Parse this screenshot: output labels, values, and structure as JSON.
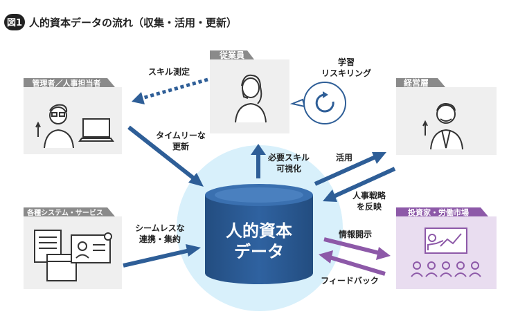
{
  "figure": {
    "badge": "図1",
    "title": "人的資本データの流れ（収集・活用・更新）"
  },
  "center": {
    "line1": "人的資本",
    "line2": "データ"
  },
  "nodes": {
    "employee": "従業員",
    "hr_manager": "管理者／人事担当者",
    "executive": "経営層",
    "systems": "各種システム・サービス",
    "investors": "投資家・労働市場"
  },
  "flows": {
    "skill_measure": "スキル測定",
    "learning_1": "学習",
    "learning_2": "リスキリング",
    "timely_1": "タイムリーな",
    "timely_2": "更新",
    "visualize_1": "必要スキル",
    "visualize_2": "可視化",
    "utilize": "活用",
    "strategy_1": "人事戦略",
    "strategy_2": "を反映",
    "seamless_1": "シームレスな",
    "seamless_2": "連携・集約",
    "disclosure": "情報開示",
    "feedback": "フィードバック"
  },
  "colors": {
    "navy": "#2e5e97",
    "light_blue_circle": "#d8f0fb",
    "gray_box": "#efefef",
    "gray_tab": "#8a8a8a",
    "purple": "#8d59a8",
    "purple_box": "#e9ddf0",
    "black": "#222222"
  },
  "icons": {
    "employee": "woman-headset-icon",
    "hr_manager": "man-glasses-laptop-icon",
    "executive": "senior-man-suit-icon",
    "systems": "documents-id-card-icon",
    "investors": "presentation-audience-icon",
    "learning": "refresh-cycle-icon"
  }
}
